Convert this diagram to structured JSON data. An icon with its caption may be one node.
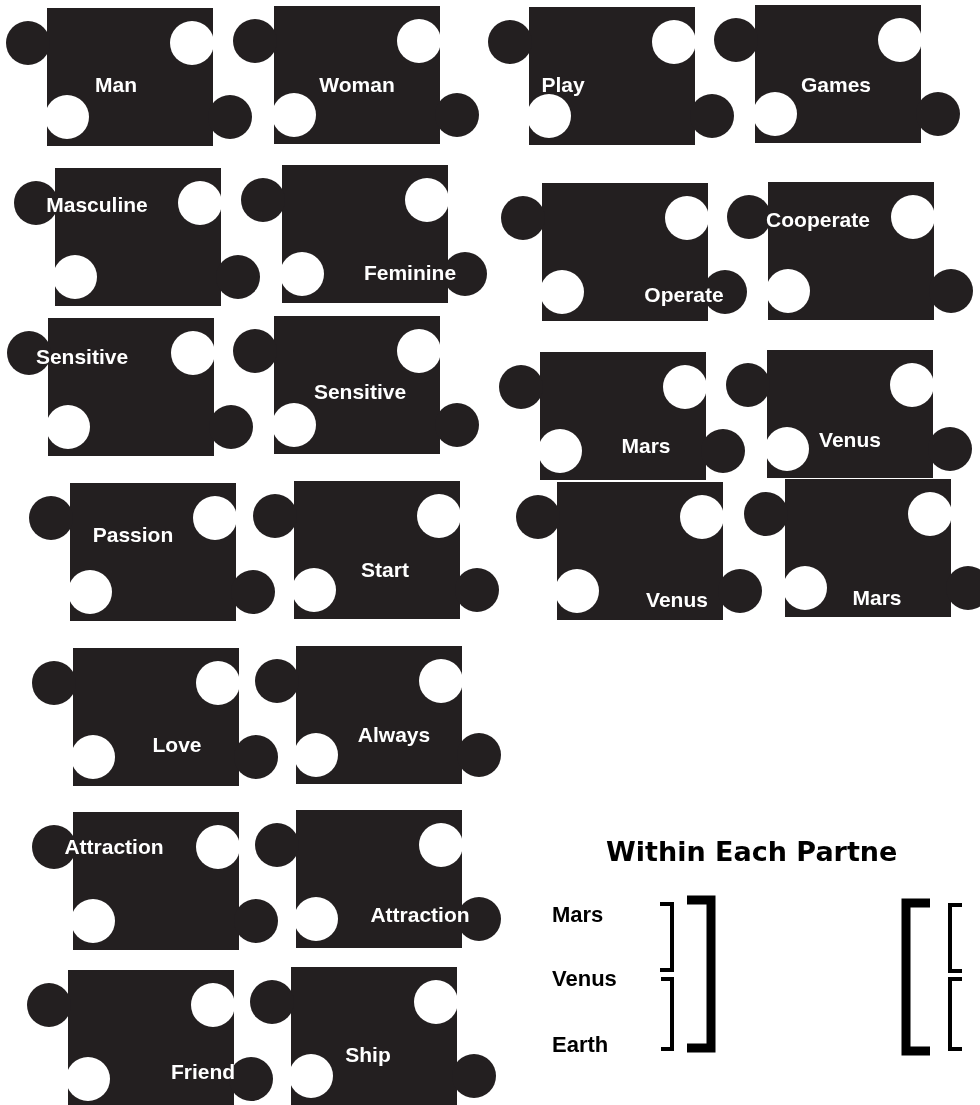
{
  "diagram": {
    "title": "Within Each Partne",
    "nodes": [
      {
        "text": [
          "Man"
        ]
      },
      {
        "text": [
          "Woman"
        ]
      },
      {
        "text": [
          "Masculine"
        ]
      },
      {
        "text": [
          "Feminine"
        ]
      },
      {
        "text": [
          "Sensitive"
        ]
      },
      {
        "text": [
          "Sensitive"
        ]
      },
      {
        "text": [
          "Passion"
        ]
      },
      {
        "text": [
          "Start"
        ]
      },
      {
        "text": [
          "Love"
        ]
      },
      {
        "text": [
          "Always"
        ]
      },
      {
        "text": [
          "Attraction"
        ]
      },
      {
        "text": [
          "Attraction"
        ]
      },
      {
        "text": [
          "Friend"
        ]
      },
      {
        "text": [
          "Ship"
        ]
      },
      {
        "text": [
          "Play"
        ]
      },
      {
        "text": [
          "Games"
        ]
      },
      {
        "text": [
          "Operate"
        ]
      },
      {
        "text": [
          "Cooperate"
        ]
      },
      {
        "text": [
          "Mars"
        ]
      },
      {
        "text": [
          "Venus"
        ]
      },
      {
        "text": [
          "Venus"
        ]
      },
      {
        "text": [
          "Mars"
        ]
      }
    ],
    "labels": [
      "Mars",
      "Venus",
      "Earth"
    ]
  }
}
